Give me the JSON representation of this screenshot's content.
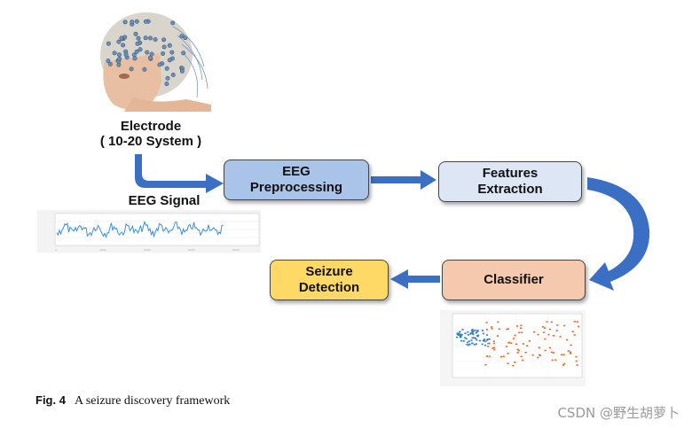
{
  "electrode": {
    "line1": "Electrode",
    "line2": "( 10-20 System )"
  },
  "eeg_signal_label": "EEG Signal",
  "boxes": {
    "preprocessing": {
      "line1": "EEG",
      "line2": "Preprocessing",
      "fill": "#aac3e8"
    },
    "features": {
      "line1": "Features",
      "line2": "Extraction",
      "fill": "#dde6f5"
    },
    "classifier": {
      "line1": "Classifier",
      "fill": "#f5c9ad"
    },
    "seizure": {
      "line1": "Seizure",
      "line2": "Detection",
      "fill": "#ffd966"
    }
  },
  "arrow_color": "#3a6fc4",
  "caption": {
    "fig": "Fig. 4",
    "text": "A seizure discovery framework"
  },
  "watermark": "CSDN @野生胡萝卜"
}
